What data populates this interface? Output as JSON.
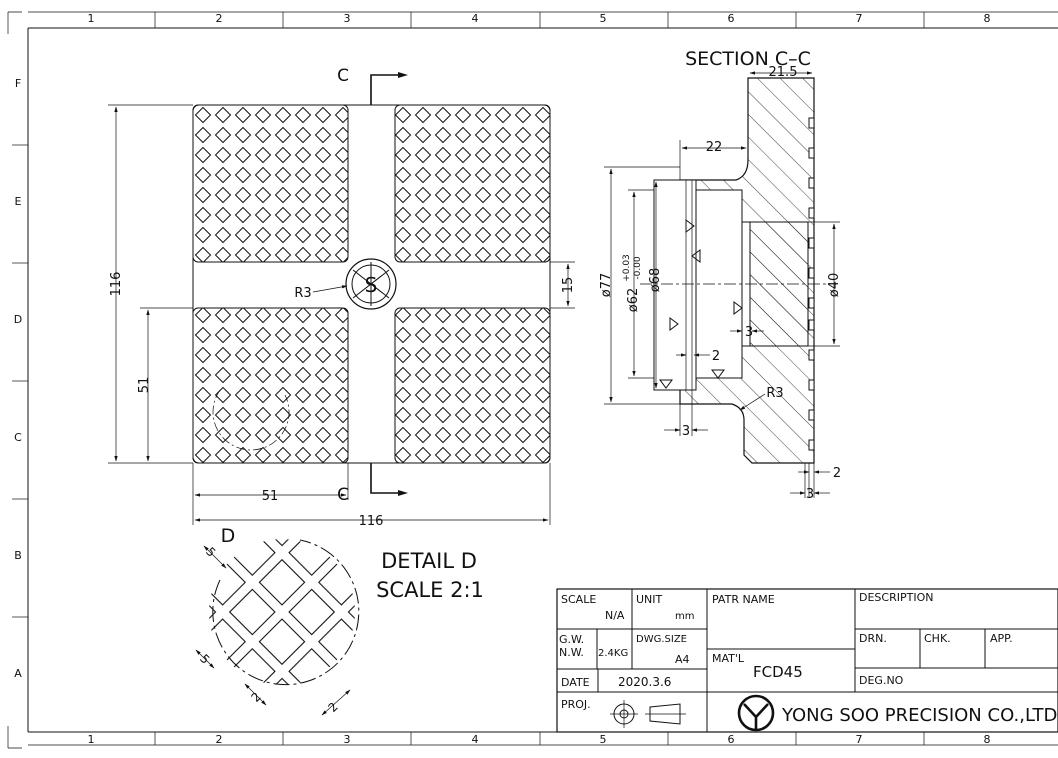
{
  "grid": {
    "columns": [
      "1",
      "2",
      "3",
      "4",
      "5",
      "6",
      "7",
      "8"
    ],
    "rows": [
      "F",
      "E",
      "D",
      "C",
      "B",
      "A"
    ]
  },
  "views": {
    "section_label": "C",
    "section_title": "SECTION C–C",
    "detail_title": "DETAIL D",
    "detail_scale": "SCALE 2:1",
    "detail_marker": "D"
  },
  "dimensions": {
    "front": {
      "height": "116",
      "width": "116",
      "half_height": "51",
      "half_width": "51",
      "slot": "15",
      "radius": "R3"
    },
    "section": {
      "flange": "21.5",
      "depth": "22",
      "dia_outer": "ø77",
      "dia_bore": "ø62",
      "tol_upper": "+0.03",
      "tol_lower": "-0.00",
      "dia_mid": "ø68",
      "dia_inner": "ø40",
      "step3a": "3",
      "step2a": "2",
      "step3b": "3",
      "radius": "R3",
      "step2b": "2",
      "step3c": "3"
    },
    "detail": {
      "d1": "5",
      "d2": "5",
      "d3": "2",
      "d4": "2"
    }
  },
  "title_block": {
    "scale_label": "SCALE",
    "scale_value": "N/A",
    "unit_label": "UNIT",
    "unit_value": "mm",
    "part_name_label": "PATR NAME",
    "description_label": "DESCRIPTION",
    "gw_label": "G.W.",
    "nw_label": "N.W.",
    "weight_value": "2.4KG",
    "dwg_size_label": "DWG.SIZE",
    "dwg_size_value": "A4",
    "material_label": "MAT'L",
    "material_value": "FCD45",
    "drn_label": "DRN.",
    "chk_label": "CHK.",
    "app_label": "APP.",
    "date_label": "DATE",
    "date_value": "2020.3.6",
    "deg_no_label": "DEG.NO",
    "proj_label": "PROJ.",
    "company": "YONG SOO PRECISION CO.,LTD"
  }
}
